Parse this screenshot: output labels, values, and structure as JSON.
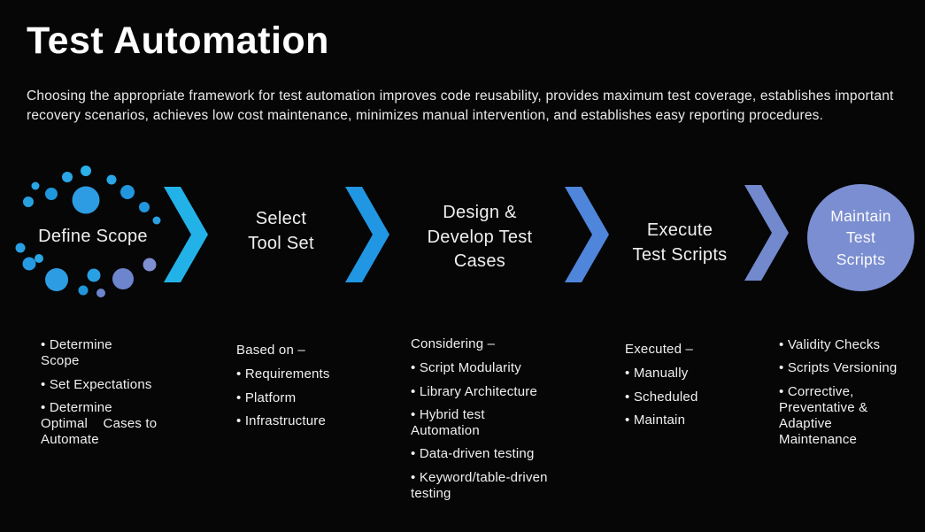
{
  "slide": {
    "title": "Test Automation",
    "subtitle": "Choosing the appropriate framework for test automation improves code reusability, provides maximum test coverage, establishes important recovery scenarios, achieves low cost maintenance, minimizes manual intervention, and establishes easy reporting procedures."
  },
  "colors": {
    "background": "#060606",
    "text": "#f0f0f0",
    "chevron_cyan": "#23b2e8",
    "chevron_blue": "#2196e3",
    "chevron_cornflower": "#4f86dc",
    "chevron_periwinkle": "#7289ce",
    "circle_fill": "#7b8ed1",
    "dot_blue": "#2d9ce2"
  },
  "flow": {
    "stages": [
      {
        "label": "Define Scope"
      },
      {
        "label": "Select\nTool Set"
      },
      {
        "label": "Design &\nDevelop Test\nCases"
      },
      {
        "label": "Execute\nTest Scripts"
      },
      {
        "label": "Maintain\nTest\nScripts"
      }
    ]
  },
  "columns": [
    {
      "items": [
        "• Determine\nScope",
        "• Set Expectations",
        "• Determine\nOptimal    Cases to\nAutomate"
      ]
    },
    {
      "heading": "Based on –",
      "items": [
        "• Requirements",
        "• Platform",
        "• Infrastructure"
      ]
    },
    {
      "heading": "Considering –",
      "items": [
        "• Script Modularity",
        "• Library Architecture",
        "• Hybrid test\nAutomation",
        "• Data-driven testing",
        "• Keyword/table-driven\ntesting"
      ]
    },
    {
      "heading": "Executed –",
      "items": [
        "• Manually",
        "• Scheduled",
        "• Maintain"
      ]
    },
    {
      "items": [
        "• Validity Checks",
        "• Scripts Versioning",
        "• Corrective,\nPreventative &\nAdaptive\nMaintenance"
      ]
    }
  ]
}
